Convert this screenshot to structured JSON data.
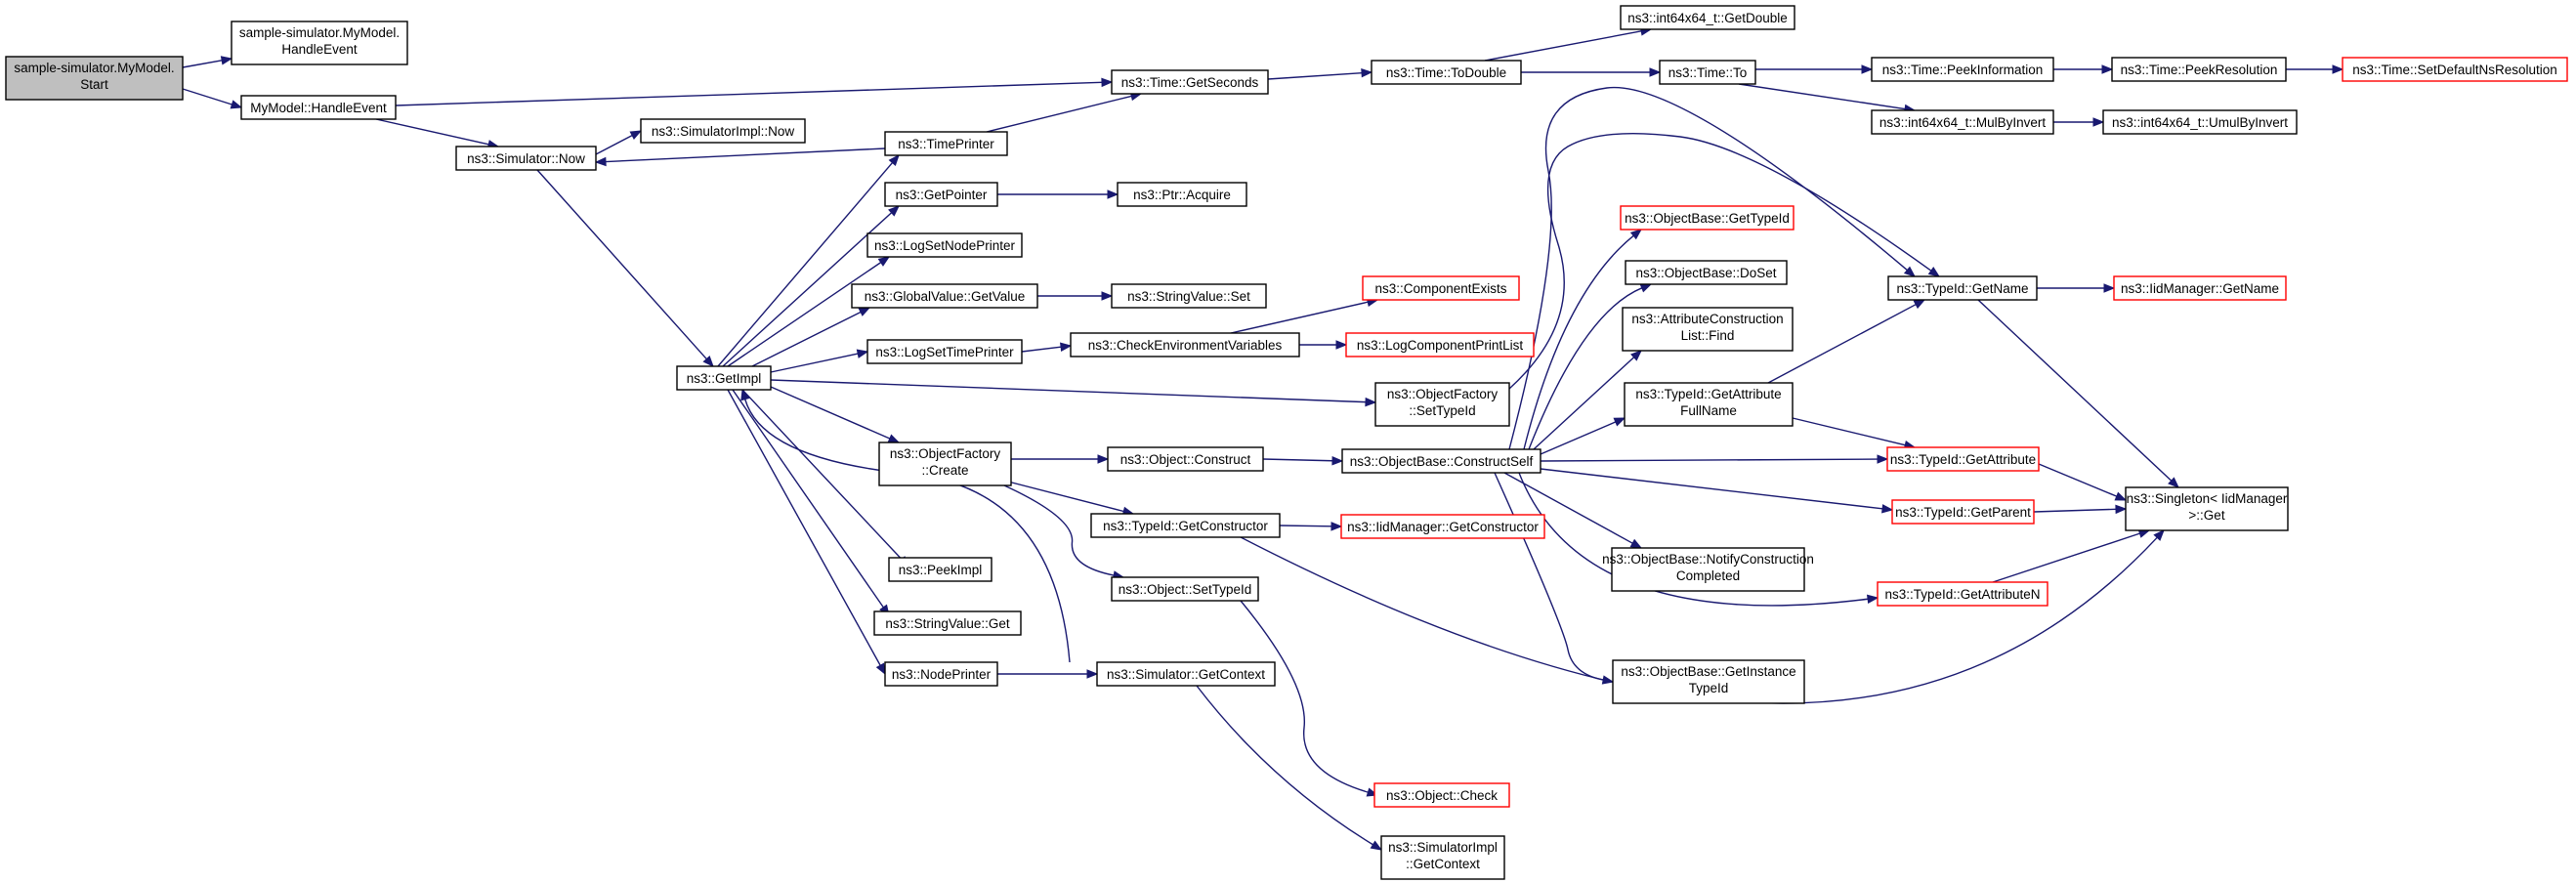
{
  "colors": {
    "edge": "#191970",
    "node_border": "#000000",
    "node_border_red": "#ff0000",
    "node_fill": "#ffffff",
    "root_fill": "#bfbfbf"
  },
  "nodes": [
    {
      "id": "start",
      "lines": [
        "sample-simulator.MyModel.",
        "Start"
      ],
      "style": "root"
    },
    {
      "id": "mm_he",
      "lines": [
        "sample-simulator.MyModel.",
        "HandleEvent"
      ],
      "style": "normal"
    },
    {
      "id": "he",
      "lines": [
        "MyModel::HandleEvent"
      ],
      "style": "normal"
    },
    {
      "id": "now",
      "lines": [
        "ns3::Simulator::Now"
      ],
      "style": "normal"
    },
    {
      "id": "simimplnow",
      "lines": [
        "ns3::SimulatorImpl::Now"
      ],
      "style": "normal"
    },
    {
      "id": "getimpl",
      "lines": [
        "ns3::GetImpl"
      ],
      "style": "normal"
    },
    {
      "id": "timeprinter",
      "lines": [
        "ns3::TimePrinter"
      ],
      "style": "normal"
    },
    {
      "id": "getpointer",
      "lines": [
        "ns3::GetPointer"
      ],
      "style": "normal"
    },
    {
      "id": "lognode",
      "lines": [
        "ns3::LogSetNodePrinter"
      ],
      "style": "normal"
    },
    {
      "id": "gvget",
      "lines": [
        "ns3::GlobalValue::GetValue"
      ],
      "style": "normal"
    },
    {
      "id": "logtime",
      "lines": [
        "ns3::LogSetTimePrinter"
      ],
      "style": "normal"
    },
    {
      "id": "ofcreate",
      "lines": [
        "ns3::ObjectFactory",
        "::Create"
      ],
      "style": "normal"
    },
    {
      "id": "peekimpl",
      "lines": [
        "ns3::PeekImpl"
      ],
      "style": "normal"
    },
    {
      "id": "svget",
      "lines": [
        "ns3::StringValue::Get"
      ],
      "style": "normal"
    },
    {
      "id": "nodeprinter",
      "lines": [
        "ns3::NodePrinter"
      ],
      "style": "normal"
    },
    {
      "id": "getseconds",
      "lines": [
        "ns3::Time::GetSeconds"
      ],
      "style": "normal"
    },
    {
      "id": "acquire",
      "lines": [
        "ns3::Ptr::Acquire"
      ],
      "style": "normal"
    },
    {
      "id": "svset",
      "lines": [
        "ns3::StringValue::Set"
      ],
      "style": "normal"
    },
    {
      "id": "checkenv",
      "lines": [
        "ns3::CheckEnvironmentVariables"
      ],
      "style": "normal"
    },
    {
      "id": "oconstruct",
      "lines": [
        "ns3::Object::Construct"
      ],
      "style": "normal"
    },
    {
      "id": "tgetctor",
      "lines": [
        "ns3::TypeId::GetConstructor"
      ],
      "style": "normal"
    },
    {
      "id": "osettid",
      "lines": [
        "ns3::Object::SetTypeId"
      ],
      "style": "normal"
    },
    {
      "id": "simgetctx",
      "lines": [
        "ns3::Simulator::GetContext"
      ],
      "style": "normal"
    },
    {
      "id": "todouble",
      "lines": [
        "ns3::Time::ToDouble"
      ],
      "style": "normal"
    },
    {
      "id": "compexists",
      "lines": [
        "ns3::ComponentExists"
      ],
      "style": "red"
    },
    {
      "id": "logcomplist",
      "lines": [
        "ns3::LogComponentPrintList"
      ],
      "style": "red"
    },
    {
      "id": "ofsettid",
      "lines": [
        "ns3::ObjectFactory",
        "::SetTypeId"
      ],
      "style": "normal"
    },
    {
      "id": "obconstructself",
      "lines": [
        "ns3::ObjectBase::ConstructSelf"
      ],
      "style": "normal"
    },
    {
      "id": "iidgetctor",
      "lines": [
        "ns3::IidManager::GetConstructor"
      ],
      "style": "red"
    },
    {
      "id": "ocheck",
      "lines": [
        "ns3::Object::Check"
      ],
      "style": "red"
    },
    {
      "id": "simimplctx",
      "lines": [
        "ns3::SimulatorImpl",
        "::GetContext"
      ],
      "style": "normal"
    },
    {
      "id": "getdouble",
      "lines": [
        "ns3::int64x64_t::GetDouble"
      ],
      "style": "normal"
    },
    {
      "id": "timeto",
      "lines": [
        "ns3::Time::To"
      ],
      "style": "normal"
    },
    {
      "id": "obgettid",
      "lines": [
        "ns3::ObjectBase::GetTypeId"
      ],
      "style": "red"
    },
    {
      "id": "obdoset",
      "lines": [
        "ns3::ObjectBase::DoSet"
      ],
      "style": "normal"
    },
    {
      "id": "acfind",
      "lines": [
        "ns3::AttributeConstruction",
        "List::Find"
      ],
      "style": "normal"
    },
    {
      "id": "tgetattrfull",
      "lines": [
        "ns3::TypeId::GetAttribute",
        "FullName"
      ],
      "style": "normal"
    },
    {
      "id": "obnotify",
      "lines": [
        "ns3::ObjectBase::NotifyConstruction",
        "Completed"
      ],
      "style": "normal"
    },
    {
      "id": "obgetinst",
      "lines": [
        "ns3::ObjectBase::GetInstance",
        "TypeId"
      ],
      "style": "normal"
    },
    {
      "id": "peekinfo",
      "lines": [
        "ns3::Time::PeekInformation"
      ],
      "style": "normal"
    },
    {
      "id": "mulbyinv",
      "lines": [
        "ns3::int64x64_t::MulByInvert"
      ],
      "style": "normal"
    },
    {
      "id": "tgetname",
      "lines": [
        "ns3::TypeId::GetName"
      ],
      "style": "normal"
    },
    {
      "id": "tgetattr",
      "lines": [
        "ns3::TypeId::GetAttribute"
      ],
      "style": "red"
    },
    {
      "id": "tgetparent",
      "lines": [
        "ns3::TypeId::GetParent"
      ],
      "style": "red"
    },
    {
      "id": "tgetattrn",
      "lines": [
        "ns3::TypeId::GetAttributeN"
      ],
      "style": "red"
    },
    {
      "id": "peekres",
      "lines": [
        "ns3::Time::PeekResolution"
      ],
      "style": "normal"
    },
    {
      "id": "umulbyinv",
      "lines": [
        "ns3::int64x64_t::UmulByInvert"
      ],
      "style": "normal"
    },
    {
      "id": "iidgetname",
      "lines": [
        "ns3::IidManager::GetName"
      ],
      "style": "red"
    },
    {
      "id": "singleton",
      "lines": [
        "ns3::Singleton< IidManager",
        ">::Get"
      ],
      "style": "normal"
    },
    {
      "id": "setdefres",
      "lines": [
        "ns3::Time::SetDefaultNsResolution"
      ],
      "style": "red"
    }
  ],
  "edges": [
    [
      "start",
      "mm_he"
    ],
    [
      "start",
      "he"
    ],
    [
      "he",
      "now"
    ],
    [
      "he",
      "getseconds"
    ],
    [
      "now",
      "simimplnow"
    ],
    [
      "now",
      "getimpl"
    ],
    [
      "timeprinter",
      "now"
    ],
    [
      "timeprinter",
      "getseconds"
    ],
    [
      "getimpl",
      "timeprinter"
    ],
    [
      "getimpl",
      "getpointer"
    ],
    [
      "getimpl",
      "lognode"
    ],
    [
      "getimpl",
      "gvget"
    ],
    [
      "getimpl",
      "logtime"
    ],
    [
      "getimpl",
      "ofsettid"
    ],
    [
      "getimpl",
      "ofcreate"
    ],
    [
      "getimpl",
      "peekimpl"
    ],
    [
      "getimpl",
      "svget"
    ],
    [
      "getimpl",
      "nodeprinter"
    ],
    [
      "simgetctx",
      "getimpl"
    ],
    [
      "getpointer",
      "acquire"
    ],
    [
      "gvget",
      "svset"
    ],
    [
      "logtime",
      "checkenv"
    ],
    [
      "checkenv",
      "compexists"
    ],
    [
      "checkenv",
      "logcomplist"
    ],
    [
      "ofcreate",
      "oconstruct"
    ],
    [
      "ofcreate",
      "tgetctor"
    ],
    [
      "ofcreate",
      "osettid"
    ],
    [
      "nodeprinter",
      "simgetctx"
    ],
    [
      "getseconds",
      "todouble"
    ],
    [
      "todouble",
      "getdouble"
    ],
    [
      "todouble",
      "timeto"
    ],
    [
      "timeto",
      "peekinfo"
    ],
    [
      "timeto",
      "mulbyinv"
    ],
    [
      "peekinfo",
      "peekres"
    ],
    [
      "peekres",
      "setdefres"
    ],
    [
      "mulbyinv",
      "umulbyinv"
    ],
    [
      "oconstruct",
      "obconstructself"
    ],
    [
      "tgetctor",
      "iidgetctor"
    ],
    [
      "tgetctor",
      "singleton"
    ],
    [
      "osettid",
      "ocheck"
    ],
    [
      "simgetctx",
      "simimplctx"
    ],
    [
      "ofsettid",
      "tgetname"
    ],
    [
      "obconstructself",
      "obgettid"
    ],
    [
      "obconstructself",
      "obdoset"
    ],
    [
      "obconstructself",
      "acfind"
    ],
    [
      "obconstructself",
      "tgetattrfull"
    ],
    [
      "obconstructself",
      "tgetattr"
    ],
    [
      "obconstructself",
      "tgetparent"
    ],
    [
      "obconstructself",
      "tgetattrn"
    ],
    [
      "obconstructself",
      "obnotify"
    ],
    [
      "obconstructself",
      "obgetinst"
    ],
    [
      "obconstructself",
      "tgetname"
    ],
    [
      "tgetattrfull",
      "tgetname"
    ],
    [
      "tgetattrfull",
      "tgetattr"
    ],
    [
      "tgetname",
      "iidgetname"
    ],
    [
      "tgetname",
      "singleton"
    ],
    [
      "tgetattr",
      "singleton"
    ],
    [
      "tgetparent",
      "singleton"
    ],
    [
      "tgetattrn",
      "singleton"
    ]
  ]
}
